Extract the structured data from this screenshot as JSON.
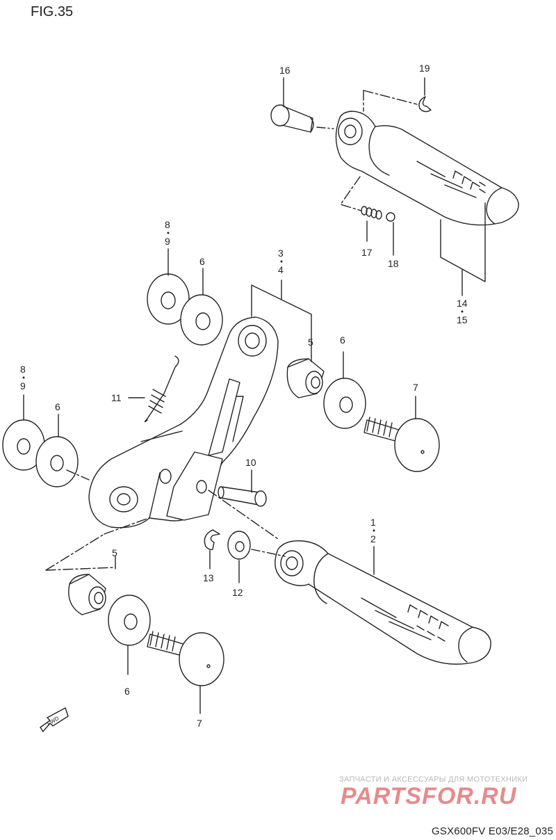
{
  "figure": {
    "title": "FIG.35"
  },
  "footer": {
    "code": "GSX600FV E03/E28_035"
  },
  "watermark": {
    "tagline": "ЗАПЧАСТИ И АКСЕССУАРЫ ДЛЯ МОТОТЕХНИКИ",
    "logo_text": "PARTSFOR.RU"
  },
  "fwd_arrow": {
    "label": "FWD"
  },
  "callouts": {
    "c16": "16",
    "c19": "19",
    "c17": "17",
    "c18": "18",
    "c14": "14",
    "c15": "15",
    "c8a": "8",
    "c9a": "9",
    "c6a": "6",
    "c3": "3",
    "c4": "4",
    "c5a": "5",
    "c6b": "6",
    "c7a": "7",
    "c8b": "8",
    "c9b": "9",
    "c6c": "6",
    "c11": "11",
    "c10": "10",
    "c1": "1",
    "c2": "2",
    "c5b": "5",
    "c13": "13",
    "c12": "12",
    "c6d": "6",
    "c7b": "7"
  },
  "colors": {
    "line": "#222222",
    "watermark_red": "#e88a8a",
    "watermark_grey": "#b7b7b7"
  }
}
